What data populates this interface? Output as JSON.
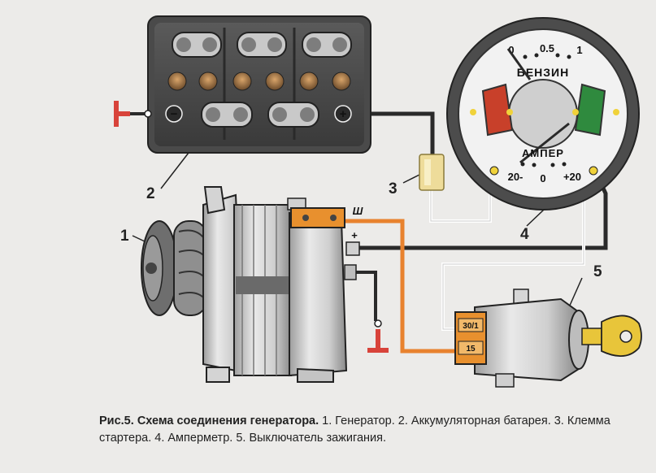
{
  "callouts": [
    "1",
    "2",
    "3",
    "4",
    "5"
  ],
  "terminals": {
    "minus": "−",
    "plus": "+",
    "gen_sh": "Ш",
    "gen_plus": "+",
    "switch_30": "30/1",
    "switch_15": "15"
  },
  "gauge": {
    "fuel_ticks": [
      "0",
      "0.5",
      "1"
    ],
    "fuel_label": "БЕНЗИН",
    "amp_label": "АМПЕР",
    "amp_ticks": [
      "20-",
      "0",
      "+20"
    ]
  },
  "caption": {
    "figure": "Рис.5.",
    "title": "Схема соединения генератора.",
    "body": "1. Генератор. 2. Аккумуляторная батарея. 3. Клемма стартера. 4. Амперметр. 5. Выключатель зажигания."
  },
  "colors": {
    "wire_black": "#2a2a2a",
    "wire_orange": "#e8822e",
    "wire_white": "#ffffff",
    "ground": "#d8433a",
    "fuel_red": "#c8402a",
    "fuel_green": "#2f8a3e",
    "key_yellow": "#e8c53a",
    "connector_orange": "#e8902e"
  }
}
